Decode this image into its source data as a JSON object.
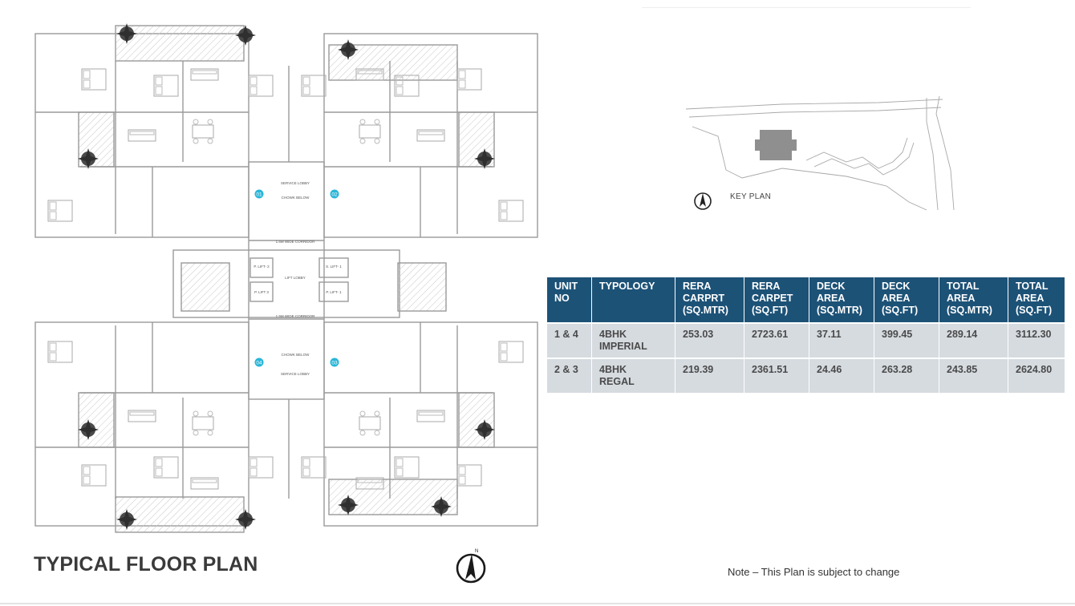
{
  "page": {
    "title": "TYPICAL FLOOR PLAN",
    "note": "Note – This Plan is subject to change"
  },
  "key_plan": {
    "label": "KEY PLAN"
  },
  "floor_plan": {
    "unit_markers": [
      "01",
      "02",
      "03",
      "04"
    ],
    "core_labels": {
      "lift_1": "P. LIFT- 2",
      "lift_2": "P. LIFT 3",
      "lift_3": "S. LIFT- 1",
      "lift_4": "P. LIFT- 1",
      "lobby": "LIFT LOBBY",
      "corridor_top": "1.5M WIDE CORRIDOR",
      "corridor_bottom": "1.5M WIDE CORRIDOR",
      "service_lobby_top": "SERVICE LOBBY",
      "service_lobby_bottom": "SERVICE LOBBY",
      "chown_top": "CHOWK BELOW",
      "chown_bottom": "CHOWK BELOW"
    },
    "colors": {
      "walls": "#9a9a9a",
      "marker": "#29b6d8",
      "tree": "#3b3b3b"
    }
  },
  "area_table": {
    "headers": [
      [
        "UNIT",
        "NO"
      ],
      [
        "TYPOLOGY"
      ],
      [
        "RERA",
        "CARPRT",
        "(SQ.MTR)"
      ],
      [
        "RERA",
        "CARPET",
        "(SQ.FT)"
      ],
      [
        "DECK",
        "AREA",
        "(SQ.MTR)"
      ],
      [
        "DECK",
        "AREA",
        "(SQ.FT)"
      ],
      [
        "TOTAL",
        "AREA",
        "(SQ.MTR)"
      ],
      [
        "TOTAL",
        "AREA",
        "(SQ.FT)"
      ]
    ],
    "rows": [
      {
        "unit": "1 & 4",
        "typology": [
          "4BHK",
          "IMPERIAL"
        ],
        "rera_mtr": "253.03",
        "rera_ft": "2723.61",
        "deck_mtr": "37.11",
        "deck_ft": "399.45",
        "total_mtr": "289.14",
        "total_ft": "3112.30"
      },
      {
        "unit": "2 & 3",
        "typology": [
          "4BHK",
          "REGAL"
        ],
        "rera_mtr": "219.39",
        "rera_ft": "2361.51",
        "deck_mtr": "24.46",
        "deck_ft": "263.28",
        "total_mtr": "243.85",
        "total_ft": "2624.80"
      }
    ],
    "colors": {
      "header_bg": "#1d5277",
      "row_bg": "#d6dbe0"
    }
  },
  "icons": [
    "north-arrow-icon",
    "key-plan-north-icon"
  ]
}
